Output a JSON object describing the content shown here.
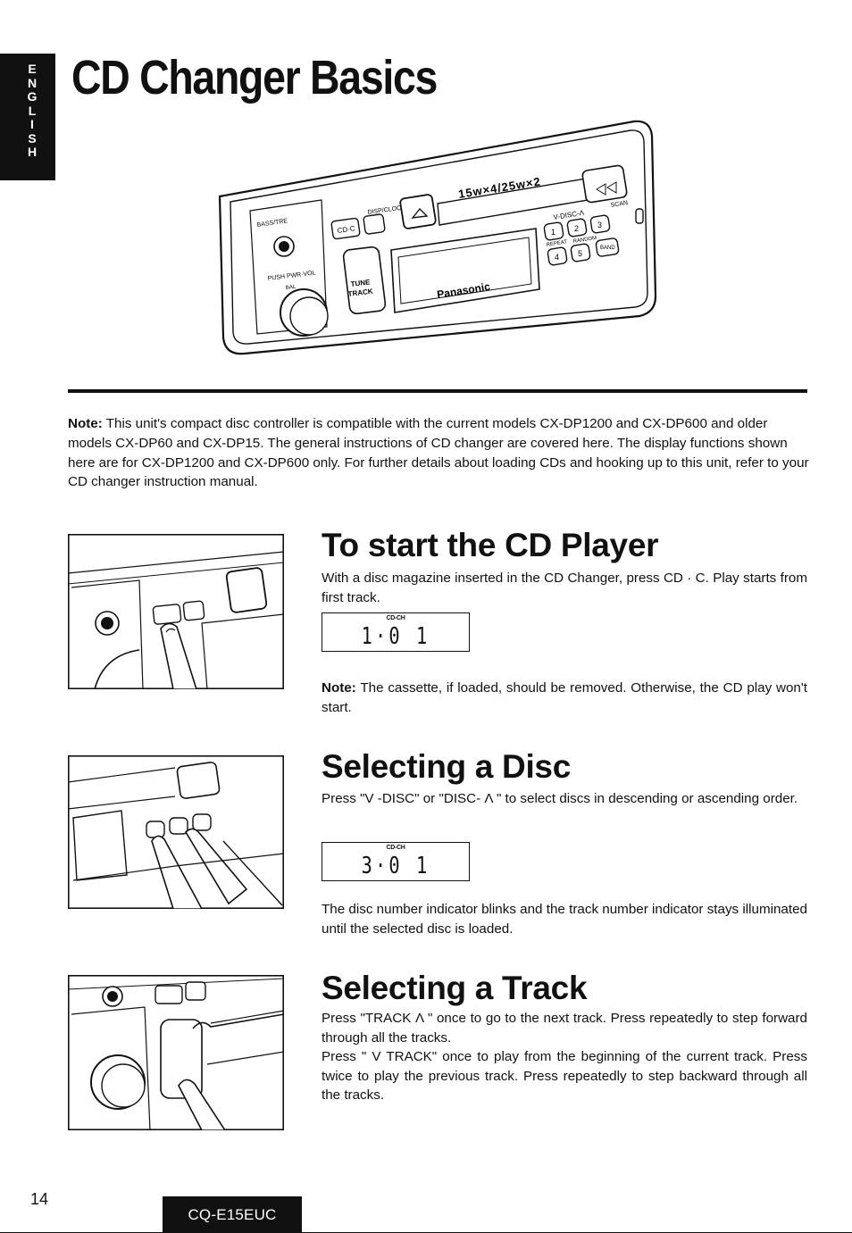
{
  "language_tab": {
    "letters": [
      "E",
      "N",
      "G",
      "L",
      "I",
      "S",
      "H"
    ]
  },
  "page_title": "CD Changer Basics",
  "hero_image": {
    "labels": {
      "bass": "BASS/TRE",
      "disp": "DISP/CLOCK",
      "cdc": "CD·C",
      "push": "PUSH PWR·VOL",
      "bal": "BAL",
      "tune": "TUNE",
      "track": "TRACK",
      "brand": "Panasonic",
      "tape": "15w×4/25w×2",
      "disc": "V-DISC-Λ",
      "scan": "SCAN",
      "repeat": "REPEAT",
      "random": "RANDOM",
      "band": "BAND",
      "btn1": "1",
      "btn2": "2",
      "btn3": "3",
      "btn4": "4",
      "btn5": "5"
    }
  },
  "intro_note": {
    "label": "Note:",
    "text": " This unit's compact disc controller is compatible with the current models CX-DP1200 and CX-DP600 and older models CX-DP60 and CX-DP15. The general instructions of CD changer are covered here. The display functions shown here are for CX-DP1200 and CX-DP600 only. For further details about loading CDs and hooking up to this unit, refer to your CD changer instruction manual."
  },
  "sections": [
    {
      "title": "To start the CD Player",
      "body": "With a disc magazine inserted in the CD Changer, press CD · C. Play starts from first track.",
      "display": {
        "label": "CD-CH",
        "value": "1·0 1"
      },
      "note_label": "Note:",
      "note_text": " The cassette, if loaded, should be removed. Otherwise, the CD play won't start."
    },
    {
      "title": "Selecting a Disc",
      "body": "Press \"V -DISC\" or \"DISC- Λ \" to select discs in descending or ascending order.",
      "display": {
        "label": "CD-CH",
        "value": "3·0 1"
      },
      "after": "The disc number indicator blinks and the track number indicator stays illuminated until the selected disc is loaded."
    },
    {
      "title": "Selecting a Track",
      "body_lines": [
        "Press \"TRACK Λ \" once to go to the next track. Press repeatedly to step forward through all the tracks.",
        "Press \" V TRACK\" once to play from the beginning of the current track. Press twice to play the previous track. Press repeatedly to step backward through all the tracks."
      ]
    }
  ],
  "footer": {
    "page_number": "14",
    "model": "CQ-E15EUC"
  }
}
